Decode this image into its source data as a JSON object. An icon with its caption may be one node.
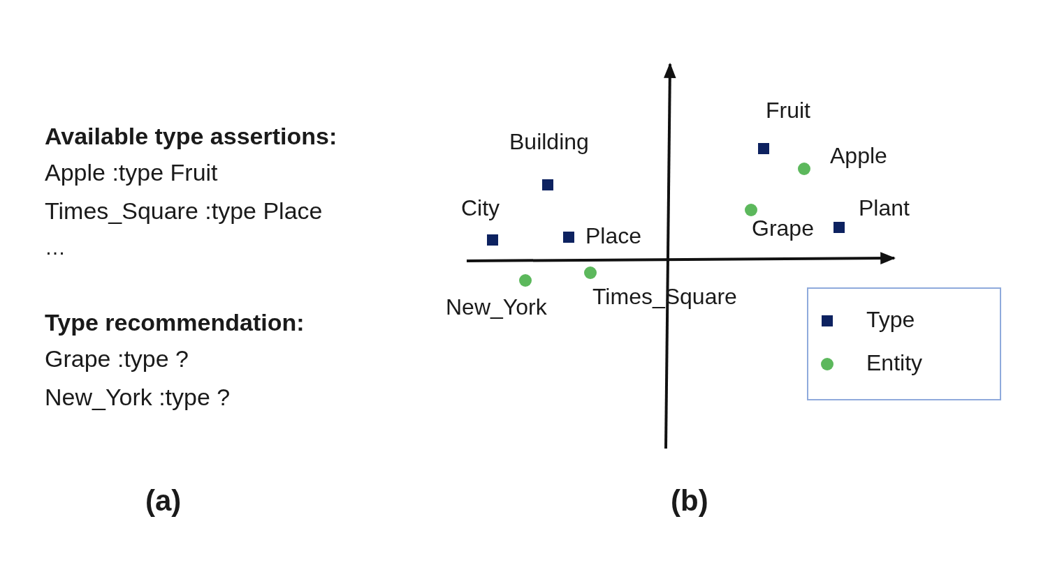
{
  "diagram": {
    "labels": [
      "Available type assertions:",
      "Apple :type Fruit",
      "Times_Square :type Place",
      "…",
      "Type recommendation:",
      "Grape :type ?",
      "New_York :type ?",
      "Fruit",
      "Building",
      "Apple",
      "City",
      "Plant",
      "Grape",
      "Place",
      "New_York",
      "Times_Square",
      "(a)",
      "(b)"
    ],
    "legend": [
      {
        "text": "Type",
        "color": "#0d2260"
      },
      {
        "text": "Entity",
        "color": "#5cb85c"
      }
    ]
  }
}
